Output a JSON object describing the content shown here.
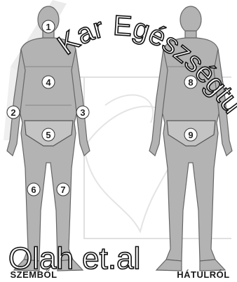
{
  "front": {
    "regions": [
      {
        "id": "1",
        "label": "1"
      },
      {
        "id": "2",
        "label": "2"
      },
      {
        "id": "3",
        "label": "3"
      },
      {
        "id": "4",
        "label": "4"
      },
      {
        "id": "5",
        "label": "5"
      },
      {
        "id": "6",
        "label": "6"
      },
      {
        "id": "7",
        "label": "7"
      }
    ],
    "caption": "SZEMBŐL"
  },
  "back": {
    "regions": [
      {
        "id": "8",
        "label": "8"
      },
      {
        "id": "9",
        "label": "9"
      }
    ],
    "caption": "HÁTULRÓL"
  },
  "watermark": {
    "arc_text": "Kar Egészségtudomány",
    "bottom_text": "Olah et.al"
  },
  "colors": {
    "body_fill": "#b3b3b3",
    "body_stroke": "#666666",
    "label_circle": "#ffffff",
    "background": "#ffffff"
  }
}
